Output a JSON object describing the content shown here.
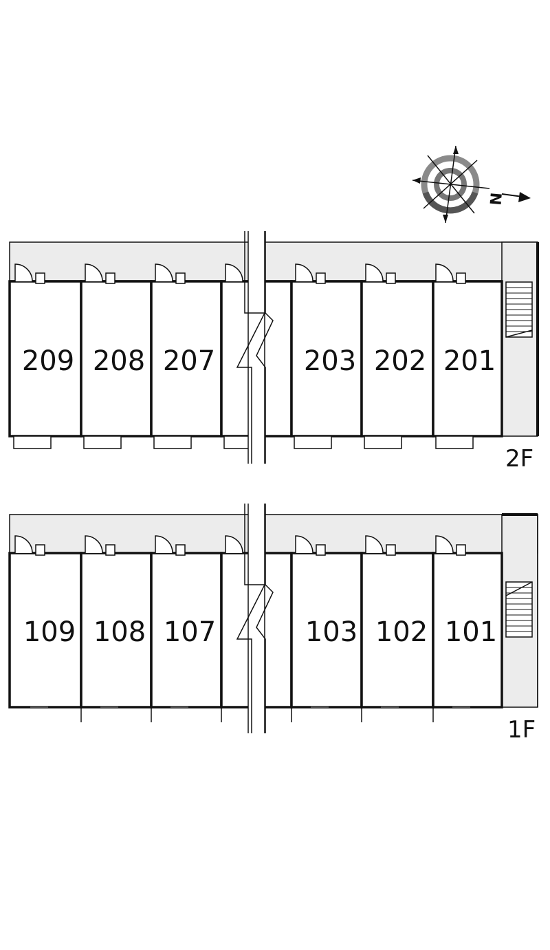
{
  "compass": {
    "label": "N"
  },
  "floors": [
    {
      "label": "2F",
      "units": [
        "209",
        "208",
        "207",
        "",
        "203",
        "202",
        "201"
      ]
    },
    {
      "label": "1F",
      "units": [
        "109",
        "108",
        "107",
        "",
        "103",
        "102",
        "101"
      ]
    }
  ],
  "colors": {
    "corridor": "#ececec",
    "wall": "#111111",
    "compass_ring": "#8a8a8a"
  }
}
